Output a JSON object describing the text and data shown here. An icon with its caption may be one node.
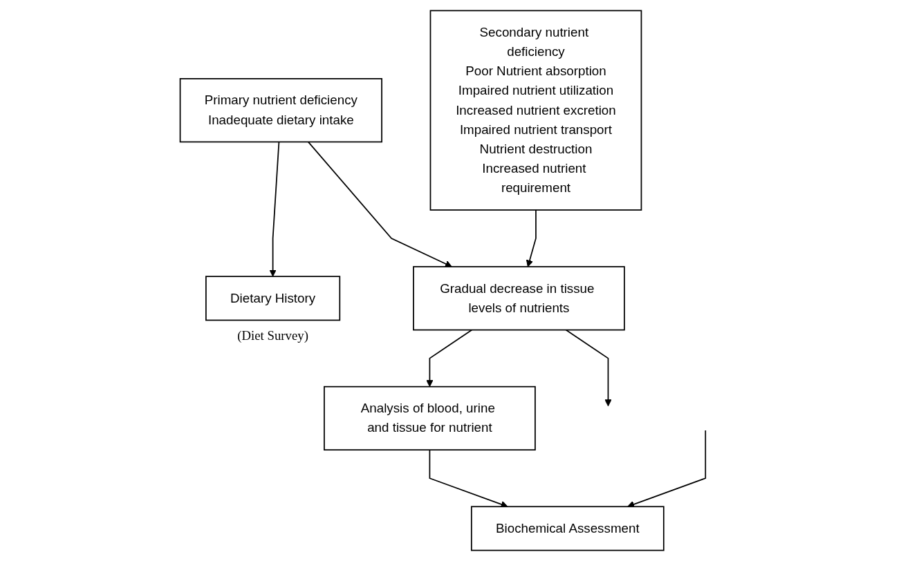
{
  "diagram": {
    "nodes": [
      {
        "text": [
          "Primary nutrient deficiency",
          "Inadequate dietary intake"
        ]
      },
      {
        "text": [
          "Dietary History"
        ],
        "beside": [
          "(Diet Survey)"
        ]
      },
      {
        "text": [
          "Secondary nutrient deficiency",
          "Poor Nutrient absorption",
          "Impaired nutrient utilization",
          "Increased nutrient excretion",
          "Impaired nutrient transport",
          "Nutrient destruction",
          "Increased nutrient requirement"
        ]
      },
      {
        "text": [
          "Gradual decrease in tissue levels of nutrients"
        ]
      },
      {
        "text": [
          "Analysis of blood, urine and tissue for nutrient"
        ]
      },
      {
        "text": [
          "Biochemical Assessment"
        ]
      }
    ],
    "edges": [
      {
        "from": 0,
        "to": 1,
        "arrow": "to"
      },
      {
        "from": 0,
        "to": 3,
        "arrow": "to"
      },
      {
        "from": 2,
        "to": 3,
        "arrow": "to"
      },
      {
        "from": 3,
        "to": 4,
        "arrow": "to"
      },
      {
        "from": 4,
        "to": 5,
        "arrow": "to"
      },
      {
        "from": 3,
        "to": null,
        "arrow": "to"
      },
      {
        "from": null,
        "to": 5,
        "arrow": "to"
      }
    ]
  }
}
